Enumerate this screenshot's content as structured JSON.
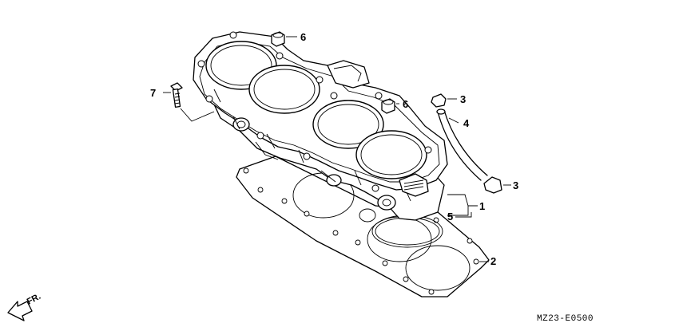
{
  "diagram": {
    "code": "MZ23-E0500",
    "direction": "FR.",
    "callouts": [
      "1",
      "2",
      "3",
      "3",
      "4",
      "5",
      "6",
      "6",
      "7"
    ]
  }
}
